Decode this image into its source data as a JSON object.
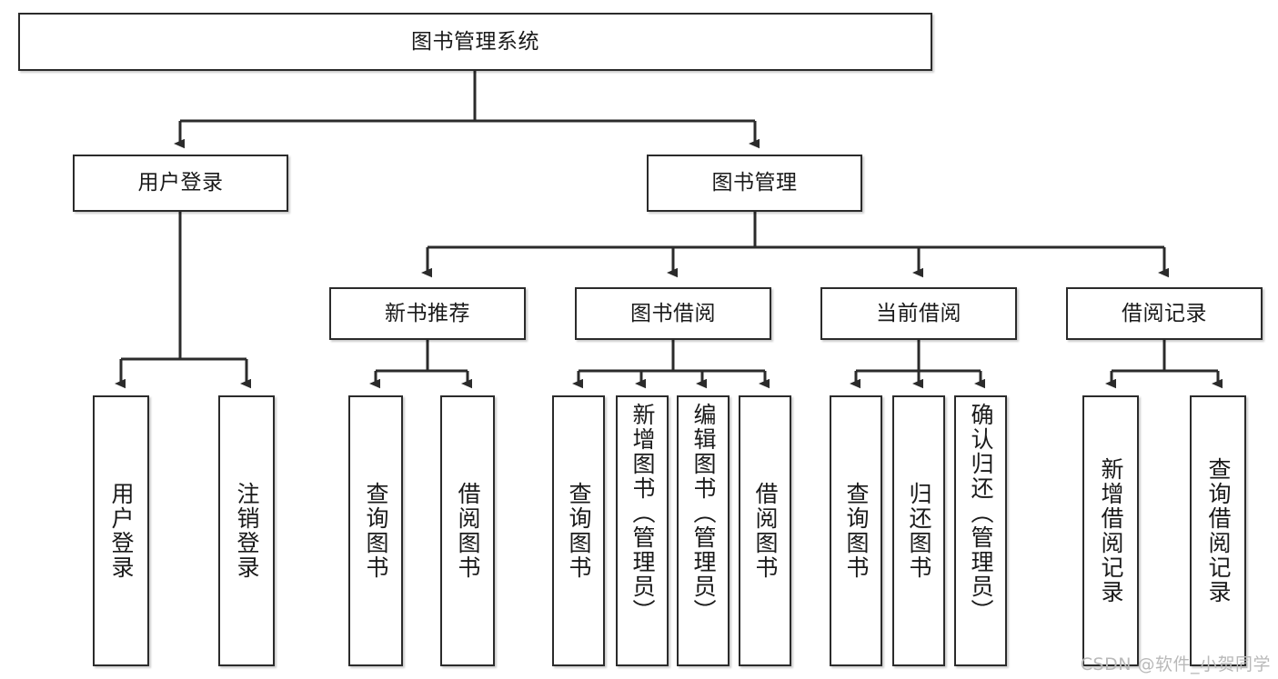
{
  "diagram": {
    "type": "tree-flowchart",
    "title": "图书管理系统",
    "nodes": {
      "root": {
        "label": "图书管理系统"
      },
      "level2": [
        {
          "id": "user-login",
          "label": "用户登录"
        },
        {
          "id": "book-manage",
          "label": "图书管理"
        }
      ],
      "level3": [
        {
          "id": "new-book-recommend",
          "label": "新书推荐"
        },
        {
          "id": "book-borrow",
          "label": "图书借阅"
        },
        {
          "id": "current-borrow",
          "label": "当前借阅"
        },
        {
          "id": "borrow-record",
          "label": "借阅记录"
        }
      ],
      "leaves": [
        {
          "id": "leaf-user-login",
          "label": "用户登录",
          "parent": "user-login"
        },
        {
          "id": "leaf-user-logout",
          "label": "注销登录",
          "parent": "user-login"
        },
        {
          "id": "leaf-query-book-1",
          "label": "查询图书",
          "parent": "new-book-recommend"
        },
        {
          "id": "leaf-borrow-book-1",
          "label": "借阅图书",
          "parent": "new-book-recommend"
        },
        {
          "id": "leaf-query-book-2",
          "label": "查询图书",
          "parent": "book-borrow"
        },
        {
          "id": "leaf-add-book",
          "label": "新增图书（管理员）",
          "parent": "book-borrow"
        },
        {
          "id": "leaf-edit-book",
          "label": "编辑图书（管理员）",
          "parent": "book-borrow"
        },
        {
          "id": "leaf-borrow-book-2",
          "label": "借阅图书",
          "parent": "book-borrow"
        },
        {
          "id": "leaf-query-book-3",
          "label": "查询图书",
          "parent": "current-borrow"
        },
        {
          "id": "leaf-return-book",
          "label": "归还图书",
          "parent": "current-borrow"
        },
        {
          "id": "leaf-confirm-return",
          "label": "确认归还（管理员）",
          "parent": "current-borrow"
        },
        {
          "id": "leaf-add-record",
          "label": "新增借阅记录",
          "parent": "borrow-record"
        },
        {
          "id": "leaf-query-record",
          "label": "查询借阅记录",
          "parent": "borrow-record"
        }
      ]
    },
    "colors": {
      "stroke": "#2b2b2b",
      "fill": "#ffffff",
      "text": "#1a1a1a",
      "watermark": "#b9b9b9"
    }
  },
  "watermark": {
    "text": "CSDN @软件_小贺同学"
  }
}
